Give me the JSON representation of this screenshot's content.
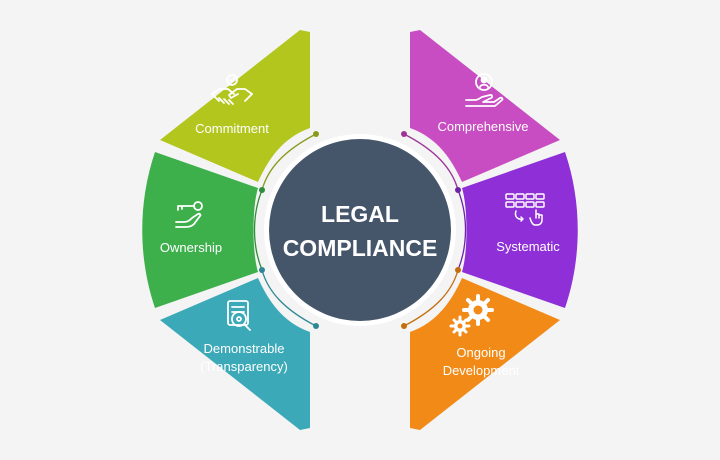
{
  "center": {
    "line1": "LEGAL",
    "line2": "COMPLIANCE",
    "color": "#45556a"
  },
  "segments": {
    "commitment": {
      "label": "Commitment",
      "color": "#b3c61e",
      "icon": "handshake-icon"
    },
    "ownership": {
      "label": "Ownership",
      "color": "#3db04c",
      "icon": "key-hand-icon"
    },
    "demonstrable": {
      "line1": "Demonstrable",
      "line2": "(Transparency)",
      "color": "#3ba9b8",
      "icon": "document-eye-icon"
    },
    "comprehensive": {
      "label": "Comprehensive",
      "color": "#c84dc2",
      "icon": "person-hand-icon"
    },
    "systematic": {
      "label": "Systematic",
      "color": "#8e2fd8",
      "icon": "grid-pointer-icon"
    },
    "ongoing": {
      "line1": "Ongoing",
      "line2": "Development",
      "color": "#f28a17",
      "icon": "gears-icon"
    }
  }
}
